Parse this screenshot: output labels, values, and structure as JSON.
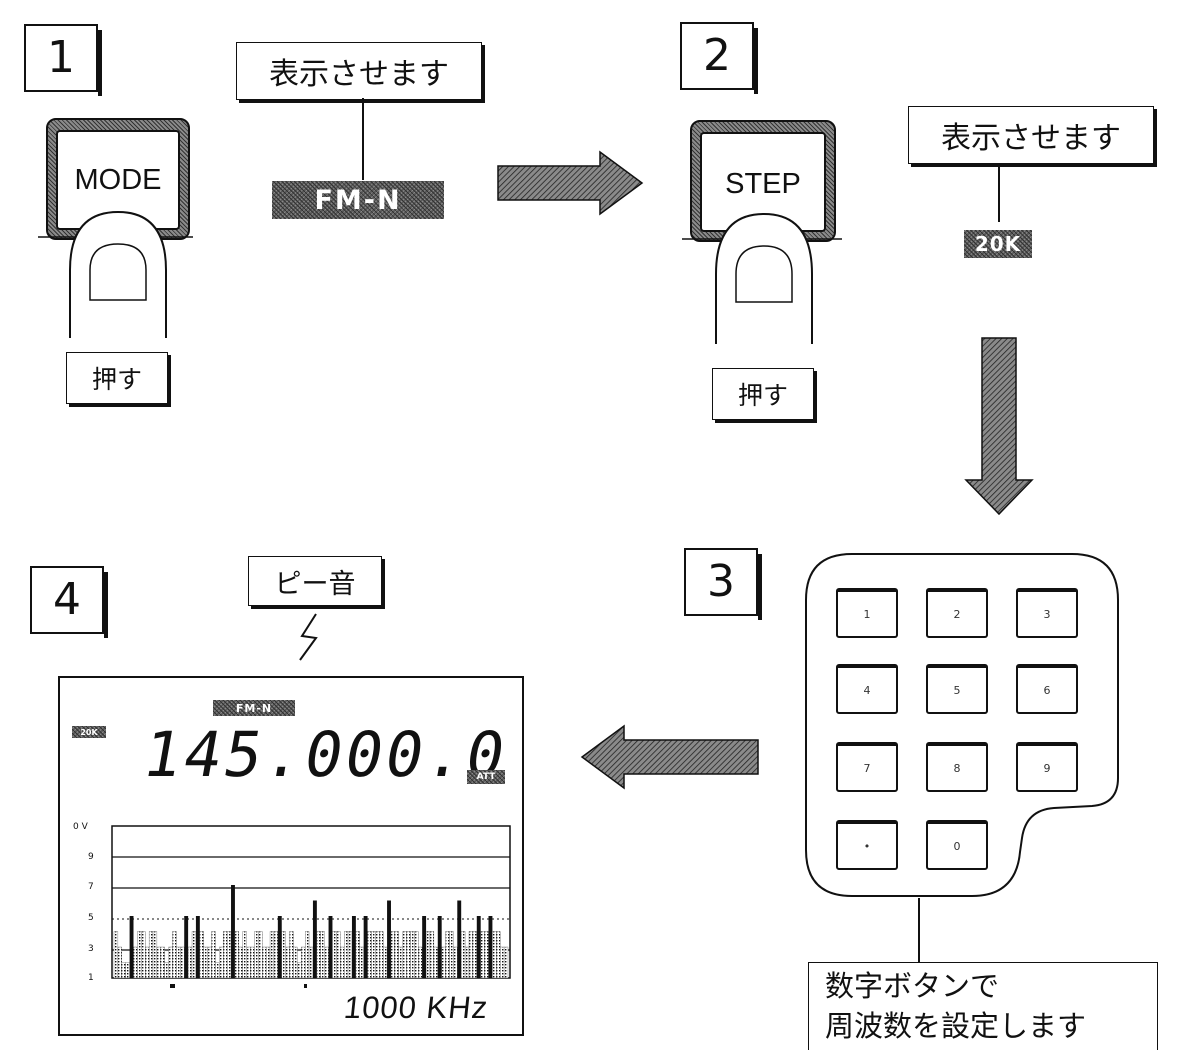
{
  "steps": {
    "step1": {
      "num": "1",
      "button_label": "MODE",
      "caption": "表示させます",
      "display_chip": "FM-N",
      "action": "押す"
    },
    "step2": {
      "num": "2",
      "button_label": "STEP",
      "caption": "表示させます",
      "display_chip": "20K",
      "action": "押す"
    },
    "step3": {
      "num": "3",
      "keys": [
        "1",
        "2",
        "3",
        "4",
        "5",
        "6",
        "7",
        "8",
        "9",
        "•",
        "0"
      ],
      "caption_line1": "数字ボタンで",
      "caption_line2": "周波数を設定します"
    },
    "step4": {
      "num": "4",
      "beep_label": "ピー音",
      "lcd": {
        "mode_chip": "FM-N",
        "step_chip": "20K",
        "frequency": "145.000.0",
        "right_chip": "ATT",
        "bottom_readout": "1000 KHz",
        "y_labels": [
          "0 V",
          "9",
          "7",
          "5",
          "3",
          "1"
        ],
        "bars": [
          3,
          2,
          1,
          1,
          4,
          2,
          3,
          3,
          2,
          3,
          3,
          2,
          2,
          1,
          2,
          3,
          2,
          2,
          4,
          2,
          3,
          4,
          3,
          2,
          2,
          3,
          1,
          2,
          3,
          3,
          6,
          3,
          2,
          3,
          2,
          2,
          3,
          3,
          2,
          2,
          3,
          3,
          4,
          3,
          2,
          3,
          2,
          1,
          2,
          3,
          2,
          5,
          3,
          3,
          2,
          4,
          3,
          3,
          2,
          3,
          3,
          4,
          3,
          2,
          4,
          3,
          3,
          3,
          3,
          2,
          5,
          3,
          3,
          2,
          3,
          3,
          3,
          3,
          2,
          4,
          3,
          3,
          2,
          4,
          2,
          3,
          3,
          2,
          5,
          3,
          2,
          3,
          3,
          4,
          3,
          3,
          4,
          3,
          3,
          2,
          2
        ]
      }
    }
  }
}
